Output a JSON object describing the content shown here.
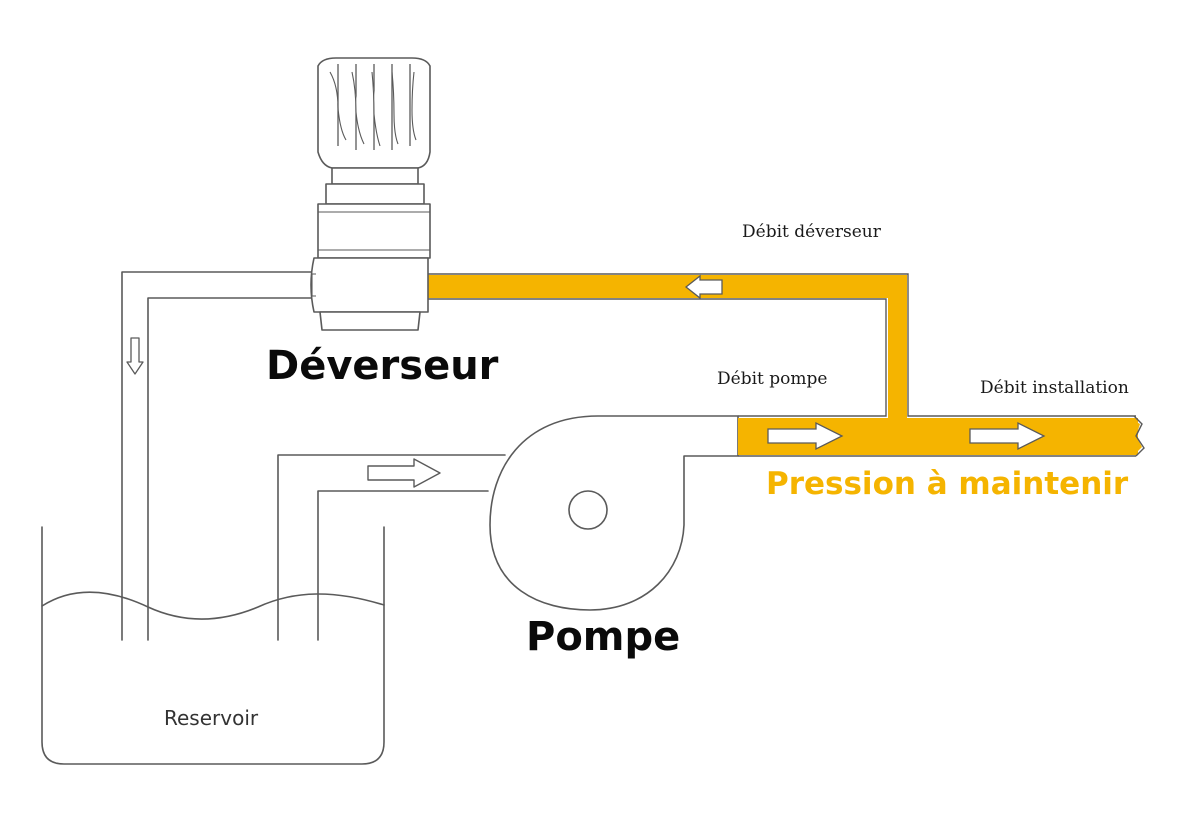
{
  "colors": {
    "pressure_line": "#f5b400",
    "pressure_text": "#f5b400",
    "outline": "#5a5a5a",
    "background": "#ffffff"
  },
  "labels": {
    "deverseur": "Déverseur",
    "pompe": "Pompe",
    "reservoir": "Reservoir",
    "debit_deverseur": "Débit déverseur",
    "debit_pompe": "Débit pompe",
    "debit_installation": "Débit installation",
    "pression": "Pression à maintenir"
  },
  "icons": [
    "valve-handwheel-icon",
    "pump-icon",
    "flow-arrow-icon",
    "reservoir-tank-icon"
  ]
}
